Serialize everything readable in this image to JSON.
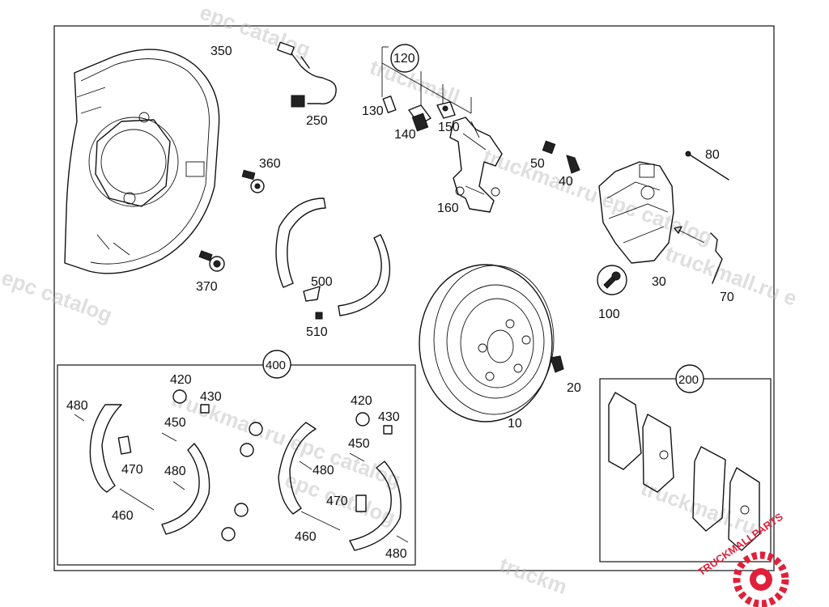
{
  "diagram": {
    "labels": {
      "p350": "350",
      "p250": "250",
      "p120": "120",
      "p130": "130",
      "p140": "140",
      "p150": "150",
      "p160": "160",
      "p50": "50",
      "p40": "40",
      "p80": "80",
      "p360": "360",
      "p370": "370",
      "p500": "500",
      "p510": "510",
      "p10": "10",
      "p20": "20",
      "p30": "30",
      "p70": "70",
      "p100": "100",
      "p400": "400",
      "p200": "200",
      "k420a": "420",
      "k430a": "430",
      "k450a": "450",
      "k480a": "480",
      "k470a": "470",
      "k480b": "480",
      "k460a": "460",
      "k420b": "420",
      "k430b": "430",
      "k450b": "450",
      "k480c": "480",
      "k470b": "470",
      "k460b": "460",
      "k480d": "480"
    },
    "watermarks": {
      "w1": "epc catalog",
      "w2": "truckmall",
      "w3": "truckmall.ru epc catalog",
      "w4": "epc catalog",
      "w5": "truckmall.ru epc catalog",
      "w6": "truckmall.ru e",
      "w7": "truckmall.ru",
      "w8": "epc catalog",
      "w9": "truckm"
    },
    "logo": {
      "text": "TRUCKMALLPARTS",
      "color": "#e0203a"
    }
  }
}
